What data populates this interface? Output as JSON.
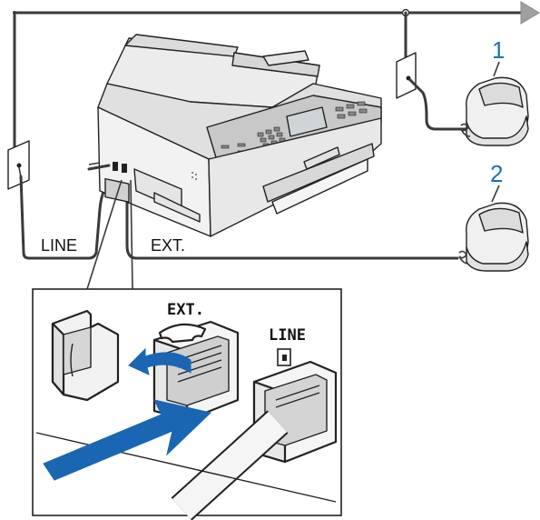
{
  "labels": {
    "line": "LINE",
    "ext": "EXT.",
    "phone_1": "1",
    "phone_2": "2",
    "port_ext": "EXT.",
    "port_line": "LINE"
  },
  "colors": {
    "callout_number": "#1f6fb8",
    "arrow_blue": "#1a66b3",
    "wire": "#3a3a3a",
    "flow_arrow": "#a0a0a0"
  },
  "icons": {
    "arrow": "right-arrow-icon",
    "handset": "telephone-handset-icon",
    "rotate": "curved-arrow-icon",
    "push": "push-arrow-icon"
  }
}
